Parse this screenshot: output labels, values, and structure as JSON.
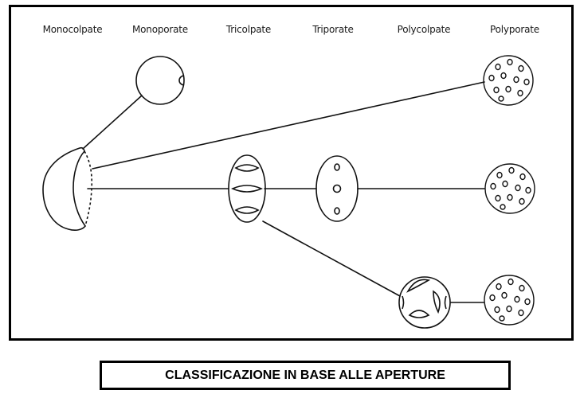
{
  "diagram": {
    "labels": {
      "monocolpate": "Monocolpate",
      "monoporate": "Monoporate",
      "tricolpate": "Tricolpate",
      "triporate": "Triporate",
      "polycolpate": "Polycolpate",
      "polyporate": "Polyporate"
    }
  },
  "caption": "CLASSIFICAZIONE IN BASE ALLE APERTURE"
}
